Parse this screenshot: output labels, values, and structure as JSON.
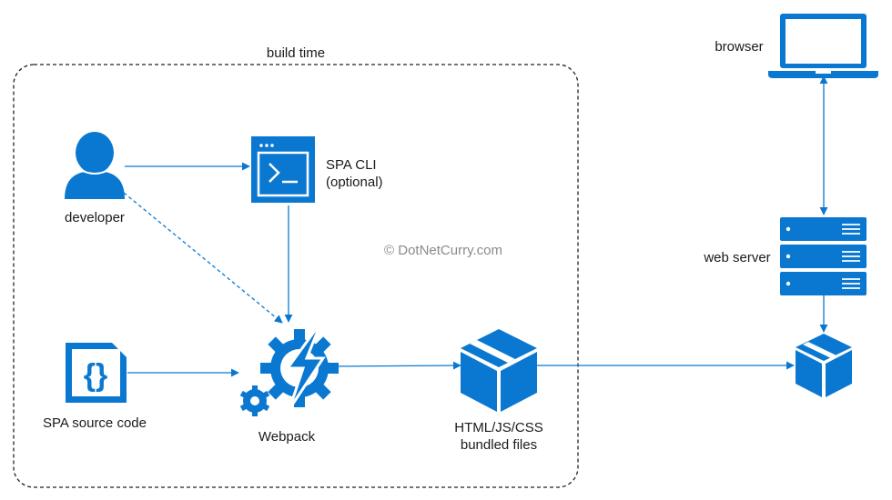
{
  "build_group": {
    "label": "build time"
  },
  "nodes": {
    "developer": {
      "label": "developer",
      "icon": "user-icon"
    },
    "spa_cli": {
      "label_line1": "SPA CLI",
      "label_line2": "(optional)",
      "icon": "terminal-window-icon"
    },
    "source": {
      "label": "SPA source code",
      "icon": "curly-braces-file-icon"
    },
    "webpack": {
      "label": "Webpack",
      "icon": "gear-lightning-icon"
    },
    "bundle": {
      "label_line1": "HTML/JS/CSS",
      "label_line2": "bundled files",
      "icon": "package-box-icon"
    },
    "browser": {
      "label": "browser",
      "icon": "laptop-icon"
    },
    "web_server": {
      "label": "web server",
      "icon": "server-rack-icon"
    },
    "deployed": {
      "icon": "package-box-icon"
    }
  },
  "watermark": "© DotNetCurry.com",
  "colors": {
    "accent": "#0a78d1",
    "border": "#222222",
    "text": "#1a1a1a"
  }
}
